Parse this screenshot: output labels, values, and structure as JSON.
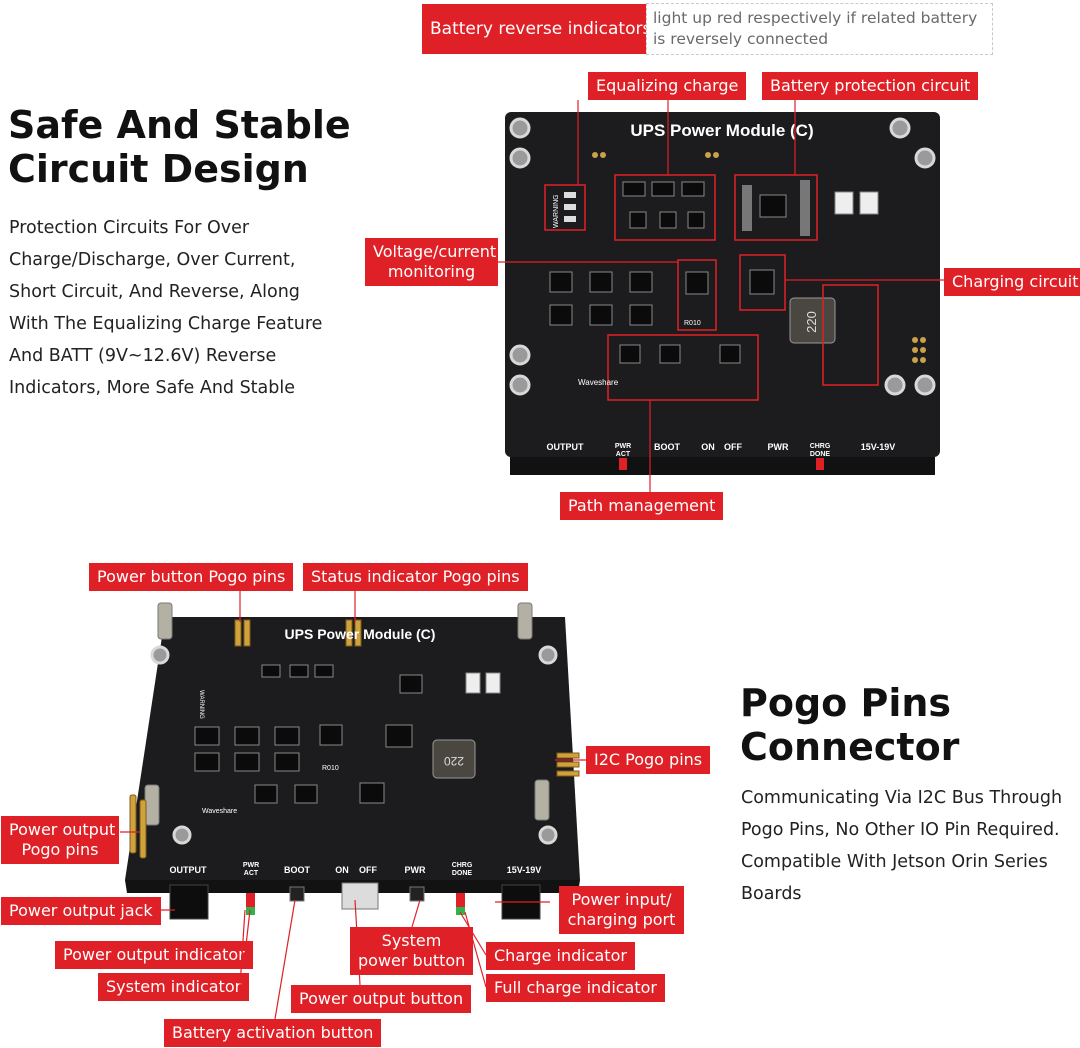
{
  "section1": {
    "heading": [
      "Safe And Stable",
      "Circuit Design"
    ],
    "description": [
      "Protection Circuits For Over",
      "Charge/Discharge, Over Current,",
      "Short Circuit, And Reverse, Along",
      "With The Equalizing Charge Feature",
      "And BATT (9V~12.6V) Reverse",
      "Indicators, More Safe And Stable"
    ],
    "labels": {
      "battery_reverse": "Battery reverse indicators",
      "battery_reverse_note": [
        "light up red respectively if related battery",
        "is reversely connected"
      ],
      "equalizing": "Equalizing charge",
      "protection": "Battery protection circuit",
      "voltage_monitoring": [
        "Voltage/current",
        "monitoring"
      ],
      "charging": "Charging circuit",
      "path": "Path management"
    },
    "board": {
      "title": "UPS Power Module (C)",
      "silk": {
        "output": "OUTPUT",
        "pwr_act": [
          "PWR",
          "ACT"
        ],
        "boot": "BOOT",
        "on": "ON",
        "off": "OFF",
        "pwr": "PWR",
        "chrg_done": [
          "CHRG",
          "DONE"
        ],
        "input": "15V-19V",
        "warning": "WARNING",
        "logo": "Waveshare",
        "inductor": "220",
        "resistor": "R010"
      }
    }
  },
  "section2": {
    "heading": [
      "Pogo Pins",
      "Connector"
    ],
    "description": [
      "Communicating Via I2C Bus Through",
      "Pogo Pins, No Other IO Pin Required.",
      "Compatible With Jetson Orin Series",
      "Boards"
    ],
    "labels": {
      "power_button_pogo": "Power button Pogo pins",
      "status_pogo": "Status indicator Pogo pins",
      "i2c_pogo": "I2C Pogo pins",
      "power_output_pogo": [
        "Power output",
        "Pogo pins"
      ],
      "power_output_jack": "Power output jack",
      "power_input": [
        "Power input/",
        "charging port"
      ],
      "power_output_indicator": "Power output indicator",
      "system_power_button": [
        "System",
        "power button"
      ],
      "charge_indicator": "Charge indicator",
      "system_indicator": "System indicator",
      "full_charge_indicator": "Full charge indicator",
      "power_output_button": "Power output button",
      "battery_activation": "Battery activation button"
    },
    "board": {
      "title": "UPS Power Module (C)",
      "silk": {
        "output": "OUTPUT",
        "pwr_act": [
          "PWR",
          "ACT"
        ],
        "boot": "BOOT",
        "on": "ON",
        "off": "OFF",
        "pwr": "PWR",
        "chrg_done": [
          "CHRG",
          "DONE"
        ],
        "input": "15V-19V",
        "warning": "WARNING",
        "logo": "Waveshare",
        "inductor": "220",
        "resistor": "R010"
      }
    }
  },
  "colors": {
    "label_red": "#e02027",
    "board": "#1c1c1e",
    "text": "#111111"
  }
}
